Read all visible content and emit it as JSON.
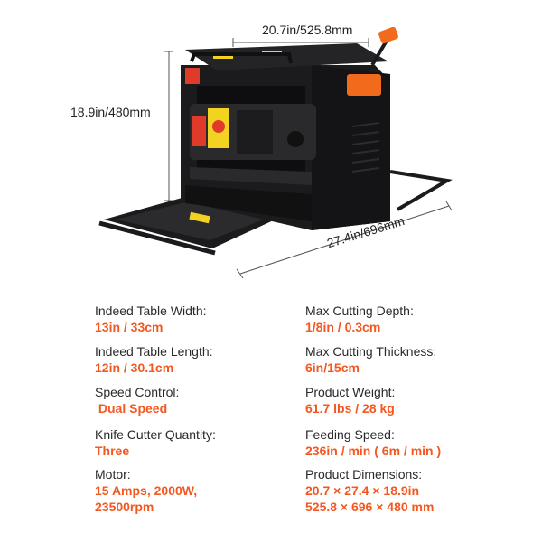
{
  "colors": {
    "accent": "#f4571f",
    "machine": "#1b1b1d",
    "orange_part": "#f26a1b"
  },
  "dimensions": {
    "width": "20.7in/525.8mm",
    "height": "18.9in/480mm",
    "depth": "27.4in/696mm"
  },
  "specs": {
    "left": [
      {
        "label": "Indeed Table Width:",
        "value": "13in / 33cm"
      },
      {
        "label": "Indeed Table Length:",
        "value": "12in / 30.1cm"
      },
      {
        "label": "Speed Control:",
        "value": " Dual Speed"
      },
      {
        "label": "Knife Cutter Quantity:",
        "value": "Three"
      },
      {
        "label": "Motor:",
        "value": "15 Amps, 2000W,",
        "value2": "23500rpm"
      }
    ],
    "right": [
      {
        "label": "Max Cutting Depth:",
        "value": "1/8in / 0.3cm"
      },
      {
        "label": "Max Cutting Thickness:",
        "value": "6in/15cm"
      },
      {
        "label": "Product Weight:",
        "value": "61.7 lbs / 28 kg"
      },
      {
        "label": "Feeding Speed:",
        "value": "236in / min ( 6m / min )"
      },
      {
        "label": "Product Dimensions:",
        "value": "20.7 × 27.4 × 18.9in",
        "value2": "525.8 × 696 × 480 mm"
      }
    ]
  }
}
